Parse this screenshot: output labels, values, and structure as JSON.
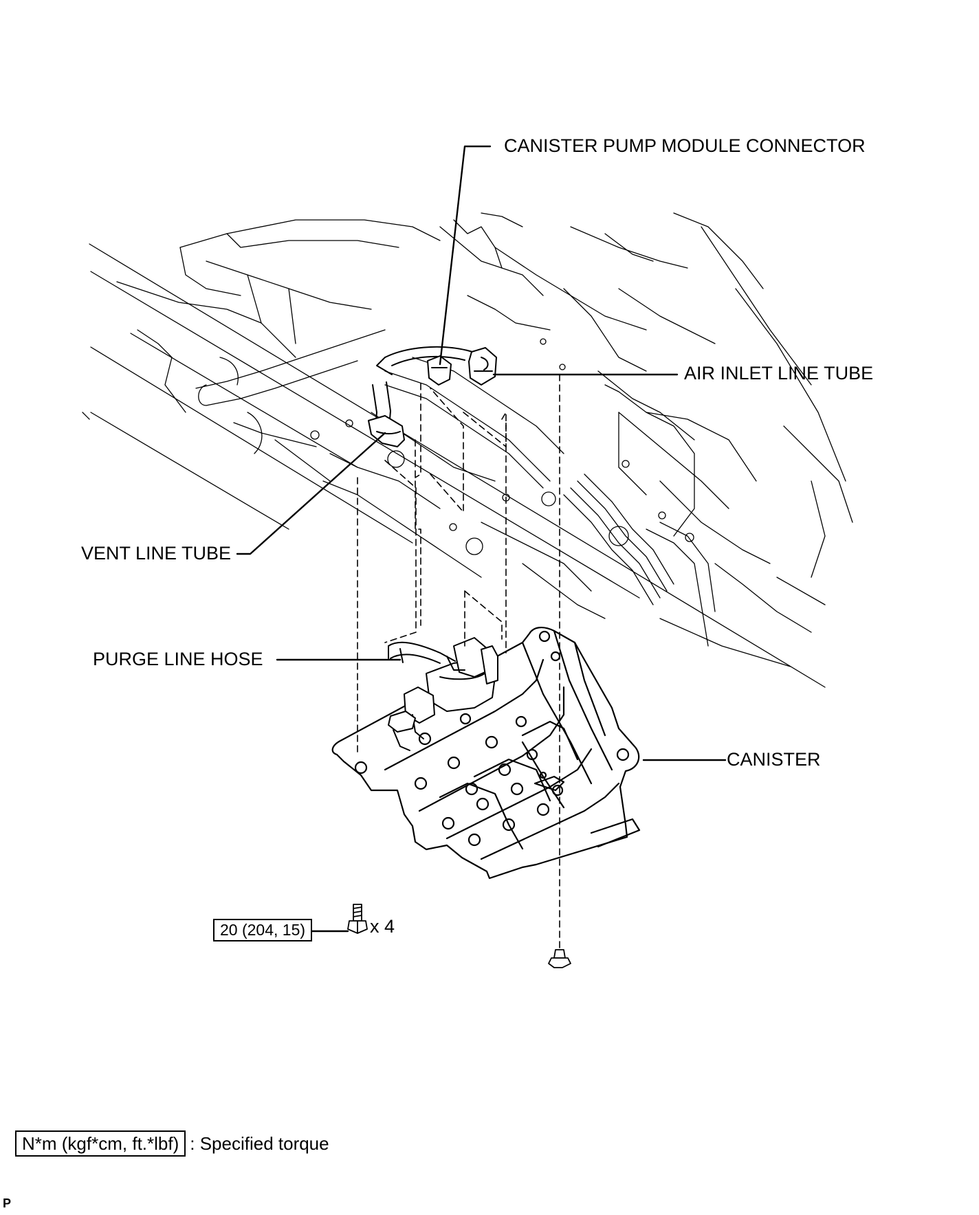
{
  "labels": {
    "canister_pump_module_connector": "CANISTER PUMP MODULE CONNECTOR",
    "air_inlet_line_tube": "AIR INLET LINE TUBE",
    "vent_line_tube": "VENT LINE TUBE",
    "purge_line_hose": "PURGE LINE HOSE",
    "canister": "CANISTER"
  },
  "torque": {
    "value": "20 (204, 15)",
    "quantity": "x 4"
  },
  "legend": {
    "unit_box": "N*m (kgf*cm, ft.*lbf)",
    "text": ": Specified torque"
  },
  "figure_code": "P"
}
